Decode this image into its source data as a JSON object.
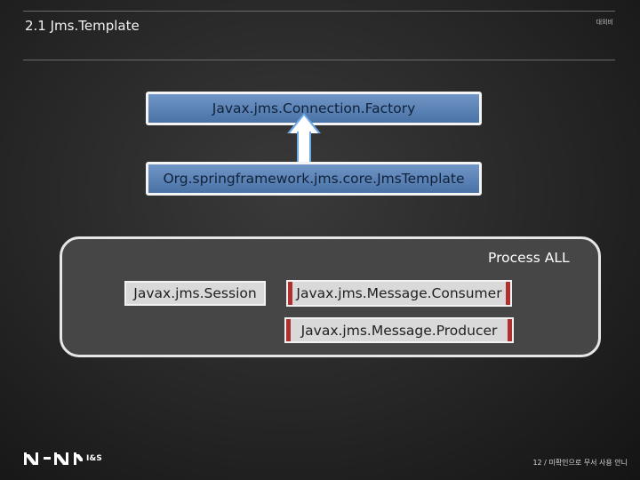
{
  "header": {
    "slide_title": "2.1 Jms.Template",
    "tag": "대외비"
  },
  "diagram": {
    "connection_factory": "Javax.jms.Connection.Factory",
    "jms_template": "Org.springframework.jms.core.JmsTemplate",
    "group_label": "Process ALL",
    "session": "Javax.jms.Session",
    "message_consumer": "Javax.jms.Message.Consumer",
    "message_producer": "Javax.jms.Message.Producer"
  },
  "footer": {
    "logo_sub": "I&S",
    "page_note": "12 / 미확인으로 무서 사용 안니"
  }
}
